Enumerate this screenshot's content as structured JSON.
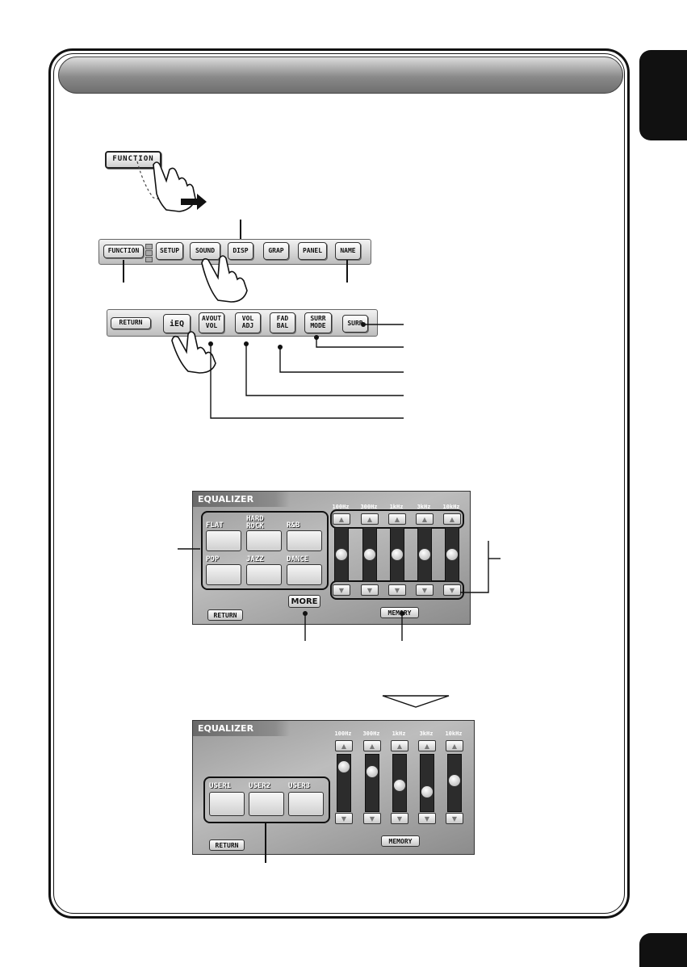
{
  "top_bar": {
    "buttons": [
      "FUNCTION",
      "SETUP",
      "SOUND",
      "DISP",
      "GRAP",
      "PANEL",
      "NAME"
    ]
  },
  "function_button": "FUNCTION",
  "sound_bar": {
    "buttons": [
      "RETURN",
      "iEQ",
      "AVOUT\nVOL",
      "VOL\nADJ",
      "FAD\nBAL",
      "SURR\nMODE",
      "SURR"
    ]
  },
  "eq_screen_1": {
    "title": "EQUALIZER",
    "bands": [
      "100Hz",
      "300Hz",
      "1kHz",
      "3kHz",
      "10kHz"
    ],
    "presets": [
      "FLAT",
      "HARD\nROCK",
      "R&B",
      "POP",
      "JAZZ",
      "DANCE"
    ],
    "more_label": "MORE",
    "memory_label": "MEMORY",
    "return_label": "RETURN"
  },
  "eq_screen_2": {
    "title": "EQUALIZER",
    "bands": [
      "100Hz",
      "300Hz",
      "1kHz",
      "3kHz",
      "10kHz"
    ],
    "presets": [
      "USER1",
      "USER2",
      "USER3"
    ],
    "memory_label": "MEMORY",
    "return_label": "RETURN",
    "levels": [
      0.85,
      0.75,
      0.45,
      0.3,
      0.55
    ]
  },
  "colors": {
    "frame": "#111111",
    "tab": "#111111"
  }
}
